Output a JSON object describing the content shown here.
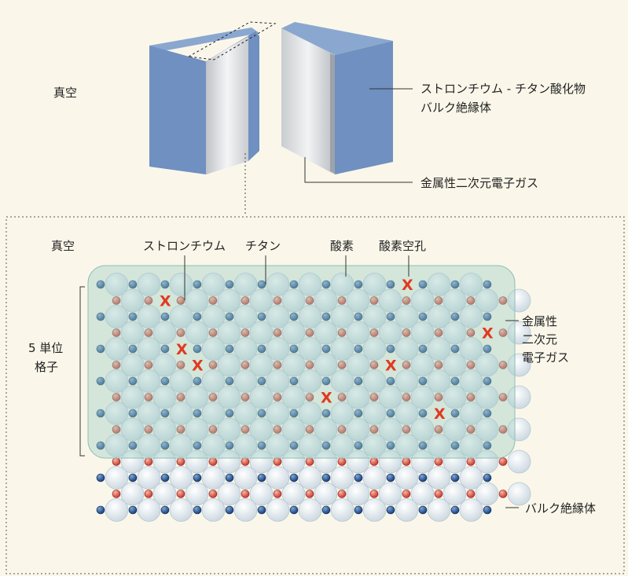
{
  "labels": {
    "vacuum_top": "真空",
    "bulk_insulator_line1": "ストロンチウム - チタン酸化物",
    "bulk_insulator_line2": "バルク絶縁体",
    "metallic_2deg_top": "金属性二次元電子ガス",
    "vacuum_detail": "真空",
    "strontium": "ストロンチウム",
    "titanium": "チタン",
    "oxygen": "酸素",
    "oxygen_vacancy": "酸素空孔",
    "five_unit_line1": "5 単位",
    "five_unit_line2": "格子",
    "metallic_side_1": "金属性",
    "metallic_side_2": "二次元",
    "metallic_side_3": "電子ガス",
    "bulk_insulator_side": "バルク絶縁体"
  },
  "vacancy_marker": "X",
  "colors": {
    "background": "#faf7ea",
    "block_blue": "#6f90c0",
    "gas_region": "#bfdcd5",
    "blue_atom": "#1f4f8f",
    "red_atom": "#d2453a",
    "oxygen_atom": "#d8e3ea",
    "vacancy_marker": "#e03a1e"
  }
}
